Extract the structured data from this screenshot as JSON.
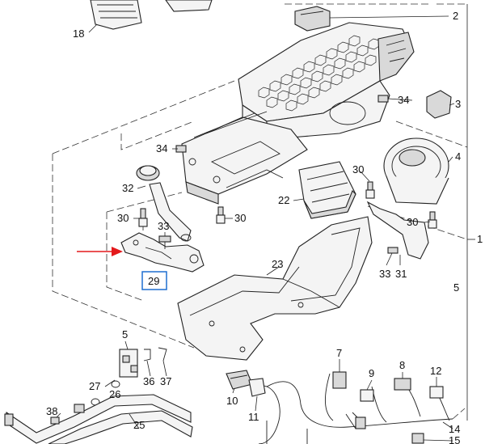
{
  "diagram": {
    "callouts": [
      {
        "id": "c18",
        "text": "18"
      },
      {
        "id": "c2",
        "text": "2"
      },
      {
        "id": "c3",
        "text": "3"
      },
      {
        "id": "c34a",
        "text": "34"
      },
      {
        "id": "c34b",
        "text": "34"
      },
      {
        "id": "c4",
        "text": "4"
      },
      {
        "id": "c32",
        "text": "32"
      },
      {
        "id": "c30a",
        "text": "30"
      },
      {
        "id": "c30b",
        "text": "30"
      },
      {
        "id": "c30c",
        "text": "30"
      },
      {
        "id": "c30d",
        "text": "30"
      },
      {
        "id": "c33a",
        "text": "33"
      },
      {
        "id": "c22",
        "text": "22"
      },
      {
        "id": "c29",
        "text": "29"
      },
      {
        "id": "c23",
        "text": "23"
      },
      {
        "id": "c33b",
        "text": "33"
      },
      {
        "id": "c31",
        "text": "31"
      },
      {
        "id": "c1",
        "text": "1"
      },
      {
        "id": "c5a",
        "text": "5"
      },
      {
        "id": "c5b",
        "text": "5"
      },
      {
        "id": "c27",
        "text": "27"
      },
      {
        "id": "c36",
        "text": "36"
      },
      {
        "id": "c37",
        "text": "37"
      },
      {
        "id": "c26",
        "text": "26"
      },
      {
        "id": "c7",
        "text": "7"
      },
      {
        "id": "c8",
        "text": "8"
      },
      {
        "id": "c9",
        "text": "9"
      },
      {
        "id": "c12",
        "text": "12"
      },
      {
        "id": "c10",
        "text": "10"
      },
      {
        "id": "c11",
        "text": "11"
      },
      {
        "id": "c38",
        "text": "38"
      },
      {
        "id": "c25",
        "text": "25"
      },
      {
        "id": "c14",
        "text": "14"
      },
      {
        "id": "c15",
        "text": "15"
      }
    ],
    "highlighted_part": "29",
    "colors": {
      "highlight_box": "#1f6fd1",
      "arrow": "#e3191c",
      "line": "#222222"
    }
  }
}
